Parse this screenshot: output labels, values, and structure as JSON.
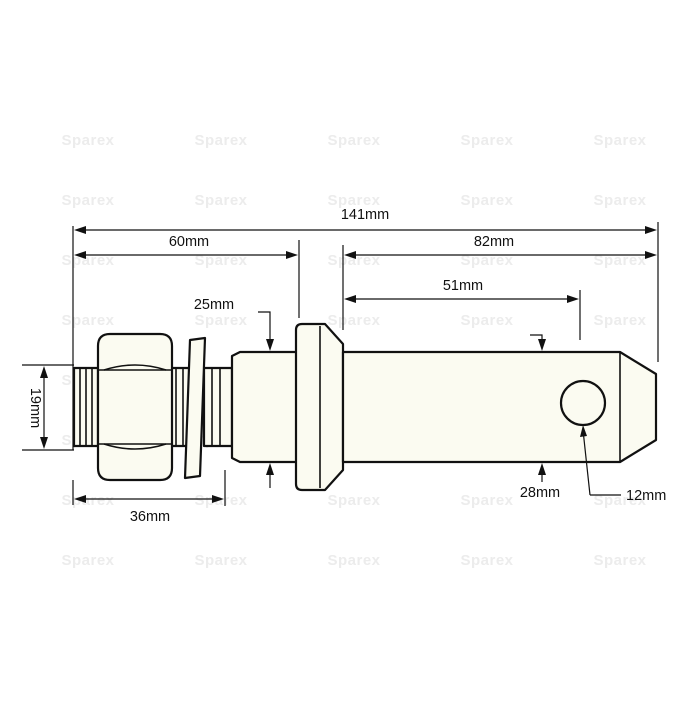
{
  "watermark": {
    "text": "Sparex"
  },
  "dimensions": {
    "overall_length": "141mm",
    "head_to_collar": "60mm",
    "collar_to_end": "82mm",
    "collar_to_hole": "51mm",
    "shank_diameter": "25mm",
    "thread_diameter": "19mm",
    "thread_length": "36mm",
    "pin_diameter": "28mm",
    "hole_diameter": "12mm"
  },
  "colors": {
    "part_fill": "#fbfbf1",
    "outline": "#111111",
    "watermark": "#ececec"
  }
}
